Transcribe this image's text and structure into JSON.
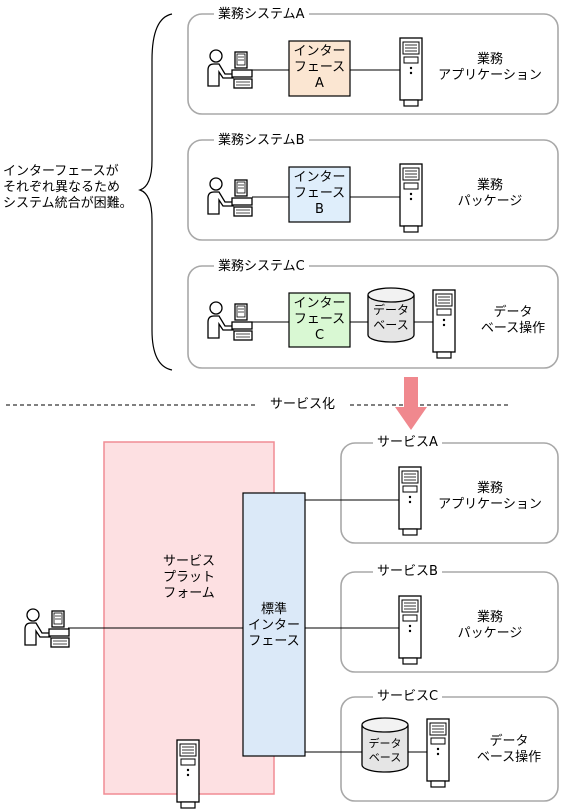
{
  "top": {
    "note": "インターフェースが\nそれぞれ異なるため\nシステム統合が困難。",
    "systems": [
      {
        "title": "業務システムA",
        "interface": "インター\nフェース\nA",
        "app": "業務\nアプリケーション"
      },
      {
        "title": "業務システムB",
        "interface": "インター\nフェース\nB",
        "app": "業務\nパッケージ"
      },
      {
        "title": "業務システムC",
        "interface": "インター\nフェース\nC",
        "db": "データ\nベース",
        "app": "データ\nベース操作"
      }
    ]
  },
  "divider_label": "サービス化",
  "bottom": {
    "platform": "サービス\nプラット\nフォーム",
    "standard_interface": "標準\nインター\nフェース",
    "services": [
      {
        "title": "サービスA",
        "app": "業務\nアプリケーション"
      },
      {
        "title": "サービスB",
        "app": "業務\nパッケージ"
      },
      {
        "title": "サービスC",
        "db": "データ\nベース",
        "app": "データ\nベース操作"
      }
    ]
  },
  "colors": {
    "interface_a": "#fbe6d2",
    "interface_b": "#dfeefb",
    "interface_c": "#d9f8d3",
    "platform": "#fde0e2",
    "platform_border": "#f08c94",
    "standard_interface": "#dbe9f8",
    "arrow": "#f0888e",
    "frame": "#a8a8a8"
  },
  "icons": [
    "user-terminal-icon",
    "server-icon",
    "database-icon",
    "down-arrow-icon"
  ]
}
